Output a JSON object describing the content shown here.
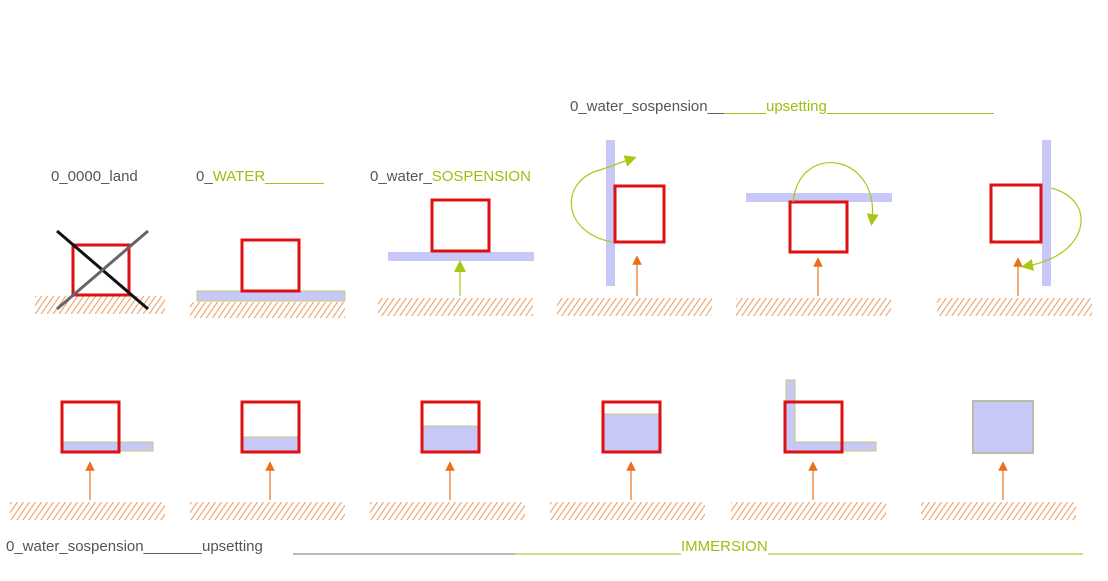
{
  "colors": {
    "box": "#dd1111",
    "water": "#c8c8f8",
    "water_edge": "#c0cc70",
    "arrow": "#e8701a",
    "ground": "#e8985a",
    "accent": "#99c010",
    "text": "#555555",
    "rule_dark": "#777777"
  },
  "labels": {
    "land": "0_0000_land",
    "water_prefix": "0_",
    "water_hl": "WATER_______",
    "sosp_prefix": "0_water_",
    "sosp_hl": "SOSPENSION",
    "top_prefix": "0_water_sospension__",
    "top_hl": "_____upsetting____________________",
    "bottom_prefix": "0_water_sospension_______upsetting",
    "bottom_hl": "IMMERSION"
  },
  "icons": [
    "cross-icon",
    "up-arrow-icon",
    "rotation-arrow-icon",
    "hatched-ground-icon"
  ]
}
